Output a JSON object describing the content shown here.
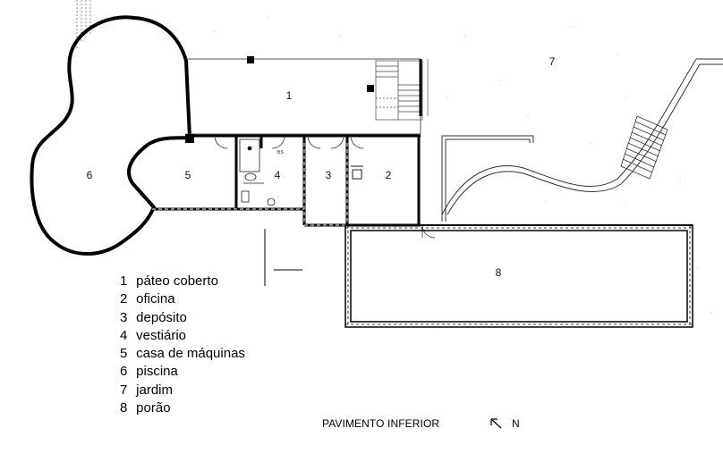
{
  "rooms": [
    {
      "num": "1",
      "label": "páteo coberto"
    },
    {
      "num": "2",
      "label": "oficina"
    },
    {
      "num": "3",
      "label": "depósito"
    },
    {
      "num": "4",
      "label": "vestiário"
    },
    {
      "num": "5",
      "label": "casa de máquinas"
    },
    {
      "num": "6",
      "label": "piscina"
    },
    {
      "num": "7",
      "label": "jardim"
    },
    {
      "num": "8",
      "label": "porão"
    }
  ],
  "wc_label": "BS",
  "title": "PAVIMENTO INFERIOR",
  "north_label": "N"
}
